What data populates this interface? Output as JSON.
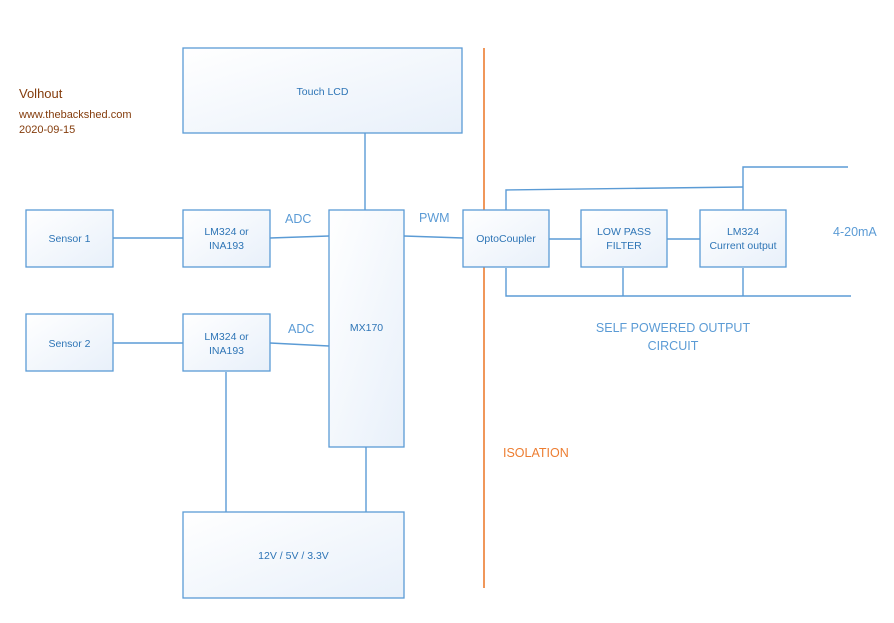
{
  "header": {
    "author": "Volhout",
    "website": "www.thebackshed.com",
    "date": "2020-09-15"
  },
  "blocks": {
    "touch_lcd": "Touch LCD",
    "sensor1": "Sensor 1",
    "sensor2": "Sensor 2",
    "amp1_line1": "LM324 or",
    "amp1_line2": "INA193",
    "amp2_line1": "LM324 or",
    "amp2_line2": "INA193",
    "mcu": "MX170",
    "power": "12V / 5V / 3.3V",
    "opto": "OptoCoupler",
    "filter_line1": "LOW PASS",
    "filter_line2": "FILTER",
    "driver_line1": "LM324",
    "driver_line2": "Current output"
  },
  "labels": {
    "adc1": "ADC",
    "adc2": "ADC",
    "pwm": "PWM",
    "output": "4-20mA",
    "self_powered_line1": "SELF POWERED OUTPUT",
    "self_powered_line2": "CIRCUIT",
    "isolation": "ISOLATION"
  },
  "colors": {
    "box_stroke": "#5b9bd5",
    "text_blue": "#2e75b6",
    "isolation": "#ed7d31",
    "author": "#843c0c"
  }
}
